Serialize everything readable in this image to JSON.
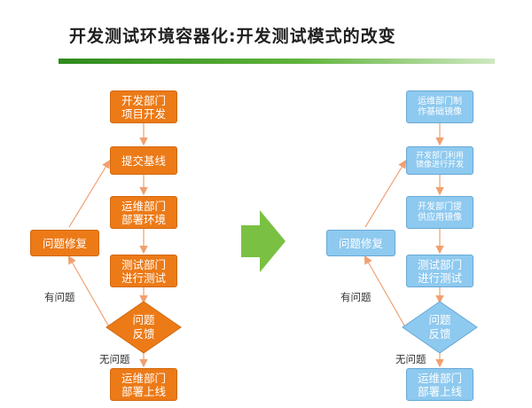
{
  "title": "开发测试环境容器化:开发测试模式的改变",
  "left_flow": {
    "steps": [
      "开发部门\n项目开发",
      "提交基线",
      "运维部门\n部署环境",
      "测试部门\n进行测试"
    ],
    "decision": "问题\n反馈",
    "end": "运维部门\n部署上线",
    "fix": "问题修复",
    "yes_label": "有问题",
    "no_label": "无问题"
  },
  "right_flow": {
    "steps": [
      "运维部门制\n作基础镜像",
      "开发部门利用\n镜像进行开发",
      "开发部门提\n供应用镜像",
      "测试部门\n进行测试"
    ],
    "decision": "问题\n反馈",
    "end": "运维部门\n部署上线",
    "fix": "问题修复",
    "yes_label": "有问题",
    "no_label": "无问题"
  },
  "colors": {
    "left_fill": "#ec7a17",
    "right_fill": "#8ec9ef",
    "arrow_fill": "#7ac143",
    "connector": "#f0a070"
  }
}
